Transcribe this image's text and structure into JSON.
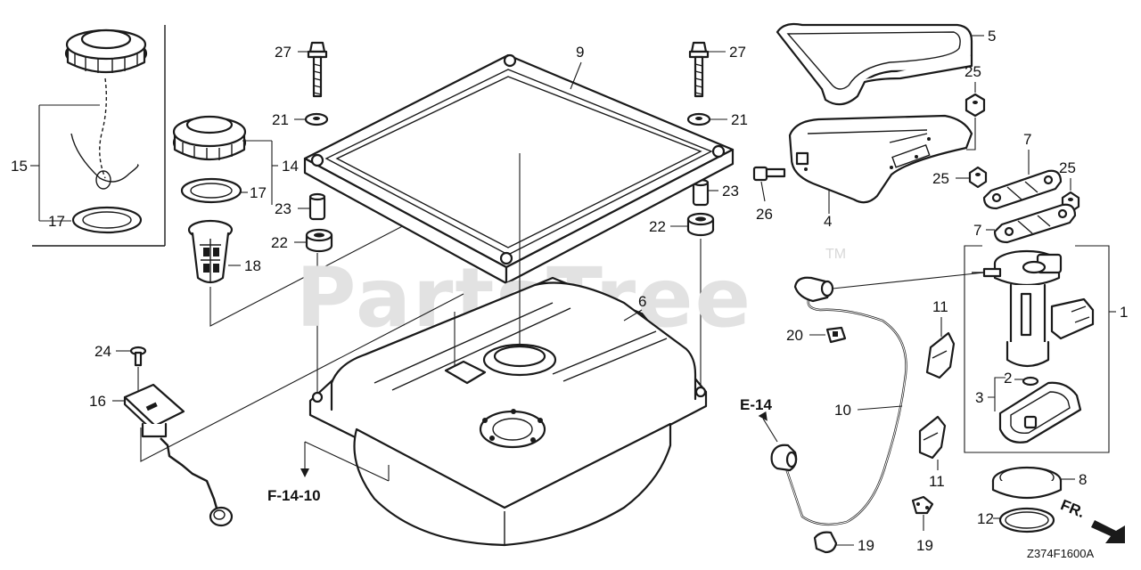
{
  "diagram": {
    "watermark": {
      "text": "PartsTree",
      "trademark": "TM"
    },
    "drawing_code": "Z374F1600A",
    "references": {
      "e14": "E-14",
      "f1410": "F-14-10",
      "front": "FR."
    },
    "callouts": {
      "c1": "1",
      "c2": "2",
      "c3": "3",
      "c4": "4",
      "c5": "5",
      "c6": "6",
      "c7a": "7",
      "c7b": "7",
      "c8": "8",
      "c9": "9",
      "c10": "10",
      "c11a": "11",
      "c11b": "11",
      "c12": "12",
      "c14": "14",
      "c15": "15",
      "c16": "16",
      "c17a": "17",
      "c17b": "17",
      "c18": "18",
      "c19a": "19",
      "c19b": "19",
      "c20": "20",
      "c21a": "21",
      "c21b": "21",
      "c22a": "22",
      "c22b": "22",
      "c23a": "23",
      "c23b": "23",
      "c24": "24",
      "c25a": "25",
      "c25b": "25",
      "c25c": "25",
      "c26": "26",
      "c27a": "27",
      "c27b": "27"
    }
  }
}
